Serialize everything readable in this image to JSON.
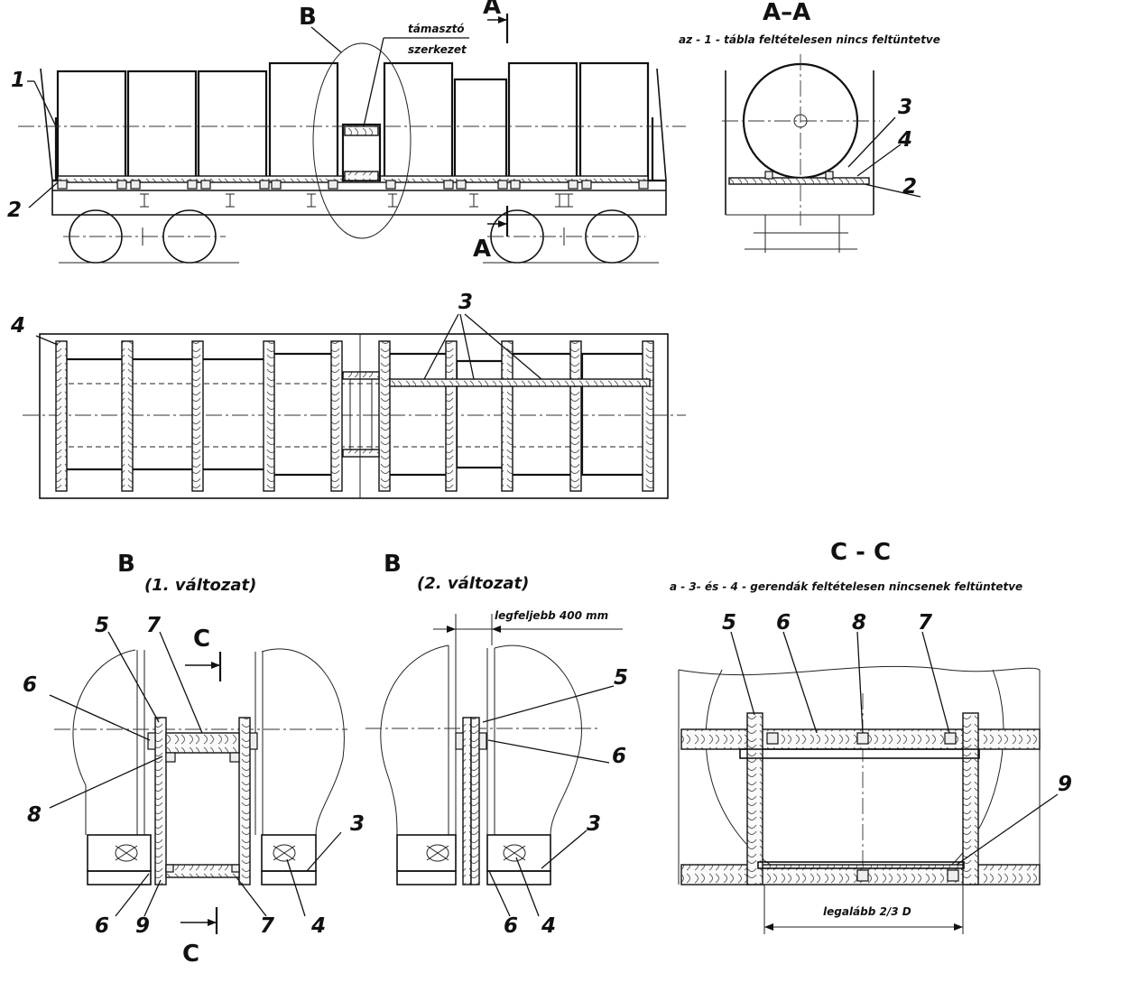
{
  "labels": {
    "B": "B",
    "A": "A",
    "AA": "A–A",
    "C": "C",
    "CC": "C - C",
    "n1": "1",
    "n2": "2",
    "n3": "3",
    "n4": "4",
    "n5": "5",
    "n6": "6",
    "n7": "7",
    "n8": "8",
    "n9": "9"
  },
  "texts": {
    "tamaszto": "támasztó",
    "szerkezet": "szerkezet",
    "aa_note": "az - 1 - tábla feltételesen nincs feltüntetve",
    "b1": "(1. változat)",
    "b2": "(2. változat)",
    "legfeljebb": "legfeljebb 400 mm",
    "cc_note": "a - 3- és - 4 -  gerendák feltételesen nincsenek feltüntetve",
    "legalabb": "legalább 2/3 D"
  }
}
